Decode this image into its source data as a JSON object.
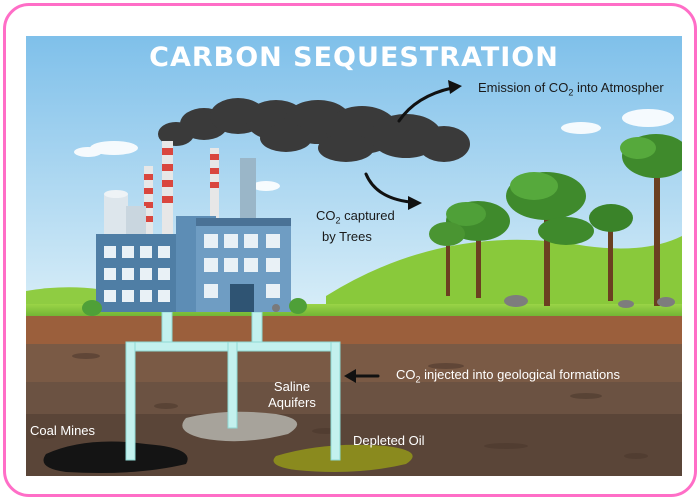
{
  "title": "CARBON SEQUESTRATION",
  "labels": {
    "emission_prefix": "Emission of CO",
    "emission_sub": "2",
    "emission_suffix": " into Atmospher",
    "captured_prefix": "CO",
    "captured_sub": "2",
    "captured_suffix": " captured",
    "captured_line2": "by Trees",
    "injected_prefix": "CO",
    "injected_sub": "2",
    "injected_suffix": " injected into geological formations",
    "saline_line1": "Saline",
    "saline_line2": "Aquifers",
    "coal_mines": "Coal Mines",
    "depleted_oil": "Depleted Oil"
  },
  "colors": {
    "frame": "#ff6ec7",
    "sky_top": "#8fc9ee",
    "grass": "#7cc23a",
    "soil": "#8a5a3a",
    "pipe": "#bff0ee",
    "smoke": "#3a3a3a"
  }
}
